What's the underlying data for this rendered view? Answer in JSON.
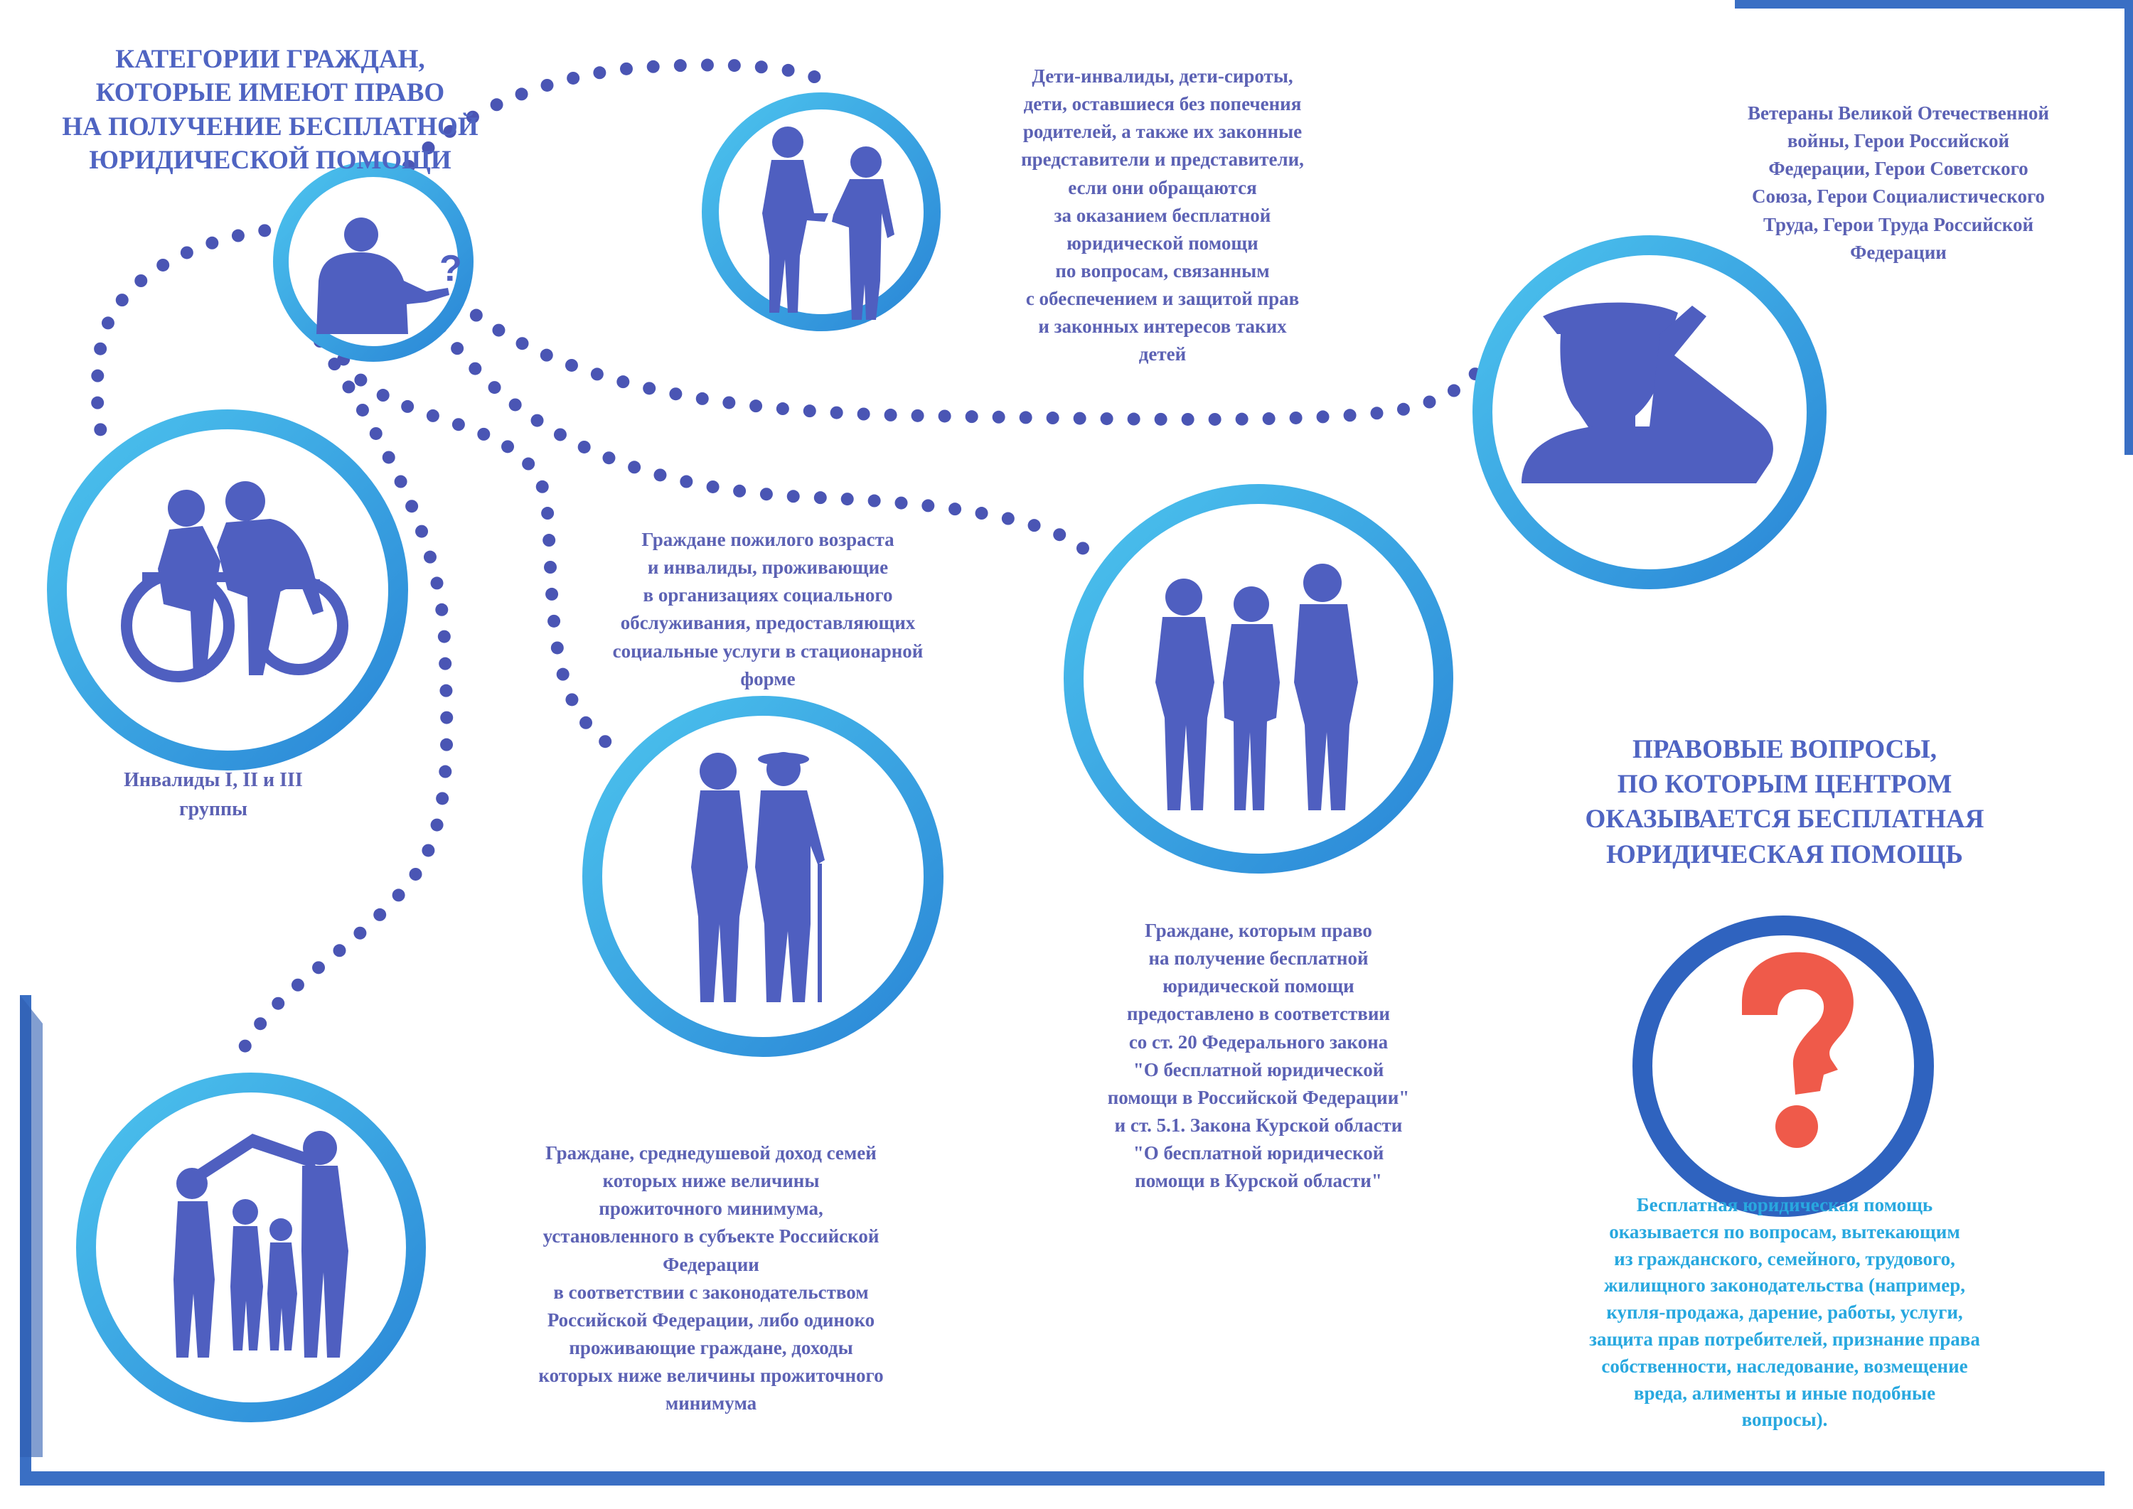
{
  "colors": {
    "primary_blue": "#4f5fc0",
    "ring_light": "#3eb4e6",
    "ring_dark": "#2f6fc9",
    "accent_red": "#ef5a4a",
    "dots": "#4a55b4"
  },
  "categories_heading": {
    "lines": [
      "КАТЕГОРИИ ГРАЖДАН,",
      "КОТОРЫЕ ИМЕЮТ ПРАВО",
      "НА ПОЛУЧЕНИЕ БЕСПЛАТНОЙ",
      "ЮРИДИЧЕСКОЙ ПОМОЩИ"
    ]
  },
  "categories": [
    {
      "id": "disabled",
      "icon": "wheelchair-couple-icon",
      "lines": [
        "Инвалиды I, II и III",
        "группы"
      ]
    },
    {
      "id": "children",
      "icon": "children-holding-hands-icon",
      "lines": [
        "Дети-инвалиды, дети-сироты,",
        "дети, оставшиеся без попечения",
        "родителей, а также их законные",
        "представители и представители,",
        "если они обращаются",
        "за оказанием бесплатной",
        "юридической помощи",
        "по вопросам, связанным",
        "с обеспечением и защитой прав",
        "и законных интересов таких",
        "детей"
      ]
    },
    {
      "id": "veterans",
      "icon": "saluting-soldier-icon",
      "lines": [
        "Ветераны Великой Отечественной",
        "войны, Герои Российской",
        "Федерации, Герои Советского",
        "Союза, Герои Социалистического",
        "Труда, Герои Труда Российской",
        "Федерации"
      ]
    },
    {
      "id": "elderly",
      "icon": "elderly-couple-icon",
      "lines": [
        "Граждане пожилого возраста",
        "и инвалиды, проживающие",
        "в организациях социального",
        "обслуживания, предоставляющих",
        "социальные услуги в стационарной",
        "форме"
      ]
    },
    {
      "id": "federal-law",
      "icon": "three-people-icon",
      "lines": [
        "Граждане, которым право",
        "на получение бесплатной",
        "юридической помощи",
        "предоставлено в соответствии",
        "со ст. 20 Федерального закона",
        "\"О бесплатной юридической",
        "помощи в Российской Федерации\"",
        "и ст. 5.1. Закона Курской области",
        "\"О бесплатной юридической",
        "помощи в Курской области\""
      ]
    },
    {
      "id": "low-income",
      "icon": "family-house-icon",
      "lines": [
        "Граждане, среднедушевой доход семей",
        "которых ниже величины",
        "прожиточного минимума,",
        "установленного в субъекте Российской",
        "Федерации",
        "в соответствии с законодательством",
        "Российской Федерации, либо одиноко",
        "проживающие граждане, доходы",
        "которых ниже величины прожиточного",
        "минимума"
      ]
    }
  ],
  "legal_heading": {
    "lines": [
      "ПРАВОВЫЕ ВОПРОСЫ,",
      "ПО КОТОРЫМ ЦЕНТРОМ",
      "ОКАЗЫВАЕТСЯ БЕСПЛАТНАЯ",
      "ЮРИДИЧЕСКАЯ ПОМОЩЬ"
    ]
  },
  "legal_icon": "question-head-icon",
  "legal_text": {
    "lines": [
      "Бесплатная юридическая помощь",
      "оказывается по вопросам, вытекающим",
      "из гражданского, семейного, трудового,",
      "жилищного законодательства (например,",
      "купля-продажа, дарение, работы, услуги,",
      "защита прав потребителей, признание права",
      "собственности, наследование, возмещение",
      "вреда, алименты и иные подобные",
      "вопросы)."
    ]
  }
}
